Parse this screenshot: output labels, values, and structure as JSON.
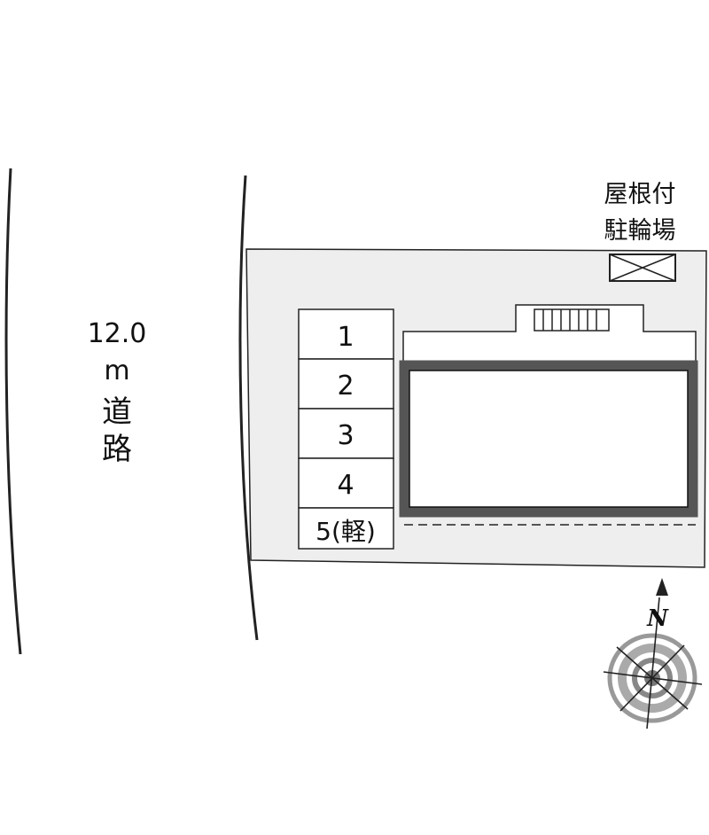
{
  "road": {
    "width_label": "12.0",
    "unit_label": "m",
    "name_char_1": "道",
    "name_char_2": "路"
  },
  "bicycle_parking": {
    "label_line_1": "屋根付",
    "label_line_2": "駐輪場"
  },
  "parking_spaces": [
    "1",
    "2",
    "3",
    "4",
    "5(軽)"
  ],
  "compass": {
    "north_label": "N"
  },
  "colors": {
    "lot_fill": "#eeeeee",
    "building_outline": "#555555",
    "line": "#222222",
    "compass_ring": "#999999"
  }
}
